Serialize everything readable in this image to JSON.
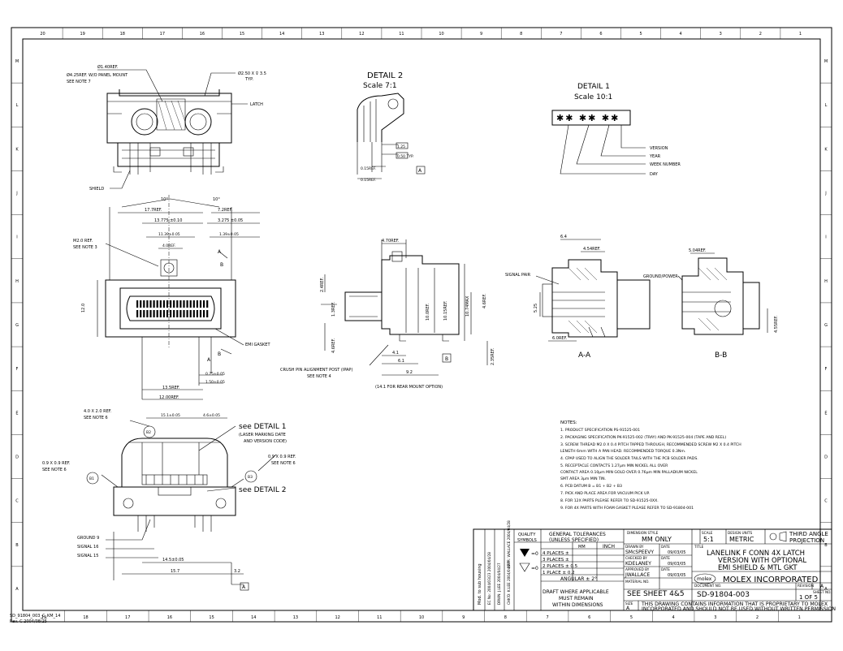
{
  "sheet": {
    "zones_top": [
      "20",
      "19",
      "18",
      "17",
      "16",
      "15",
      "14",
      "13",
      "12",
      "11",
      "10",
      "9",
      "8",
      "7",
      "6",
      "5",
      "4",
      "3",
      "2",
      "1"
    ],
    "zones_bottom": [
      "19",
      "18",
      "17",
      "16",
      "15",
      "14",
      "13",
      "12",
      "11",
      "10",
      "9",
      "8",
      "7",
      "6",
      "5",
      "4",
      "3",
      "2",
      "1"
    ],
    "zones_side": [
      "M",
      "L",
      "K",
      "J",
      "I",
      "H",
      "G",
      "F",
      "E",
      "D",
      "C",
      "B",
      "A"
    ],
    "corner_note_line1": "SD_91804_003_C_KM_14",
    "corner_note_line2": "Rev. C  2004/08/25"
  },
  "top_view": {
    "hole_ref": "Ø1.40REF.",
    "hole_note": "Ø4.25REF. W/O PANEL MOUNT",
    "see_note7": "SEE NOTE 7",
    "typ_dim": "Ø2.50 X ⊽ 3.5",
    "typ": "TYP.",
    "latch": "LATCH",
    "shield": "SHIELD"
  },
  "detail2": {
    "title": "DETAIL 2",
    "scale": "Scale 7:1",
    "dim1": "1.25",
    "dim2": "0.50 TYP.",
    "dim3": "0.15REF.",
    "dim4": "0.15REF.",
    "datum": "A"
  },
  "detail1": {
    "title": "DETAIL 1",
    "scale": "Scale 10:1",
    "marking": "✱✱ ✱✱ ✱✱",
    "labels": [
      "VERSION",
      "YEAR",
      "WEEK NUMBER",
      "DAY"
    ]
  },
  "plan_view": {
    "angle1": "10°",
    "angle2": "10°",
    "d_177": "17.7REF.",
    "d_72": "7.2REF.",
    "d_13775": "13.775 ±0.10",
    "d_3275": "3.275 ±0.05",
    "d_1139": "11.39±0.05",
    "d_139": "1.39±0.05",
    "d_40": "4.0REF.",
    "m20": "M2.0 REF.",
    "see_note3": "SEE NOTE 3",
    "d_120": "12.0",
    "emi_gasket": "EMI GASKET",
    "d_075": "0.75±0.05",
    "d_150": "1.50±0.05",
    "d_135": "13.5REF.",
    "d_1200": "12.00REF.",
    "sec_a": "A",
    "sec_b": "B"
  },
  "side_view": {
    "d_470": "4.70REF.",
    "d_100": "10.0REF.",
    "d_1015": "10.15REF.",
    "d_1074": "10.74MAX",
    "d_2": "2.4REF.",
    "d_6": "4.6REF.",
    "d_41": "4.1",
    "d_61": "6.1",
    "d_92": "9.2",
    "d_235": "2.35REF.",
    "d_hook": "1.3REF.",
    "datum_b": "B",
    "crush_pin": "CRUSH PIN ALIGNMENT POST (IPAP)",
    "see_note4": "SEE NOTE 4",
    "panel_opt": "(14.1 FOR REAR MOUNT OPTION)"
  },
  "section_aa": {
    "title": "A-A",
    "d_64": "6.4",
    "d_454": "4.54REF.",
    "signal_pair": "SIGNAL PAIR",
    "d_525": "5.25",
    "d_6": "6.0REF."
  },
  "section_bb": {
    "title": "B-B",
    "d_504": "5.04REF.",
    "ground_power": "GROUND/POWER",
    "d_455": "4.55REF."
  },
  "bottom_view": {
    "d_40x20": "4.0 X 2.0 REF.",
    "see_note6a": "SEE NOTE 6",
    "d_151": "15.1±0.05",
    "d_46": "4.6±0.05",
    "see_detail1": "see DETAIL 1",
    "laser": "(LASER MARKING DATE",
    "laser2": "AND VERSION CODE)",
    "d_09a": "0.9 X 0.9 REF.",
    "see_note6b": "SEE NOTE 6",
    "d_09b": "0.9 X 0.9 REF.",
    "see_note6c": "SEE NOTE 6",
    "see_detail2": "see DETAIL 2",
    "b2": "B2",
    "b1": "B1",
    "b3": "B3",
    "ground9": "GROUND 9",
    "signal16": "SIGNAL 16",
    "signal15": "SIGNAL 15",
    "d_145": "14.5±0.05",
    "d_157": "15.7",
    "d_32": "3.2",
    "datum_a": "A"
  },
  "notes": {
    "title": "NOTES:",
    "items": [
      "1. PRODUCT SPECIFICATION PS-91525-001",
      "2. PACKAGING SPECIFICATION PK-91525-002 (TRAY) AND PK-91525-004 (TAPE AND REEL)",
      "3. SCREW THREAD M2.0 X 0.4 PITCH TAPPED THROUGH, RECOMMENDED SCREW M2 X 0.4 PITCH",
      "   LENGTH 6mm WITH A PAN HEAD. RECOMMENDED TORQUE 0.3Nm.",
      "4. CPAP USED TO ALIGN THE SOLDER TAILS WITH THE PCB SOLDER PADS.",
      "5. RECEPTACLE CONTACTS 1.27µm MIN NICKEL ALL OVER",
      "   CONTACT AREA 0.10µm MIN GOLD OVER 0.76µm MIN PALLADIUM NICKEL",
      "   SMT AREA 3µm MIN TIN.",
      "6. PCB DATUM B = B1 + B2 + B3",
      "7. PICK AND PLACE AREA FOR VACUUM PICK UP.",
      "8. FOR 12X PARTS PLEASE REFER TO SD-91525-0XX.",
      "9. FOR 4X PARTS WITH FOAM GASKET PLEASE REFER TO SD-91804-001"
    ]
  },
  "title_block": {
    "rev_box": "Mod. to sub housing",
    "rev_lines": [
      "EC No: 2004/03/23  2004/04/28",
      "DRWN: J.LEE   2004/04/27",
      "CHK'D: K.LEE  2004/04/27",
      "APPR: WALLACE  2004/04/28"
    ],
    "quality": "QUALITY",
    "symbols": "SYMBOLS",
    "gen_tol": "GENERAL TOLERANCES",
    "unless": "(UNLESS SPECIFIED)",
    "mm": "MM",
    "inch": "INCH",
    "places4": "4 PLACES ±",
    "places3": "3 PLACES ±",
    "places2": "2 PLACES ± 0.5",
    "places1": "1 PLACE ± 0.2",
    "angular": "ANGULAR ± 2°",
    "draft": "DRAFT WHERE APPLICABLE",
    "must_remain": "MUST REMAIN",
    "within_dims": "WITHIN DIMENSIONS",
    "dim_style_lbl": "DIMENSION STYLE",
    "dim_style": "MM ONLY",
    "scale_lbl": "SCALE",
    "scale": "5:1",
    "design_units_lbl": "DESIGN UNITS",
    "design_units": "METRIC",
    "third_angle": "THIRD ANGLE",
    "projection": "PROJECTION",
    "drawn_lbl": "DRAWN BY",
    "drawn": "SMcSPEEVY",
    "drawn_date": "09/03/05",
    "checked_lbl": "CHECKED BY",
    "checked": "KDELANEY",
    "checked_date": "09/03/05",
    "approved_lbl": "APPROVED BY",
    "approved": "JWALLACE",
    "approved_date": "09/03/05",
    "date_lbl": "DATE",
    "title_lbl": "TITLE",
    "title1": "LANELINK F CONN 4X LATCH",
    "title2": "VERSION WITH OPTIONAL",
    "title3": "EMI SHIELD & MTL GKT",
    "molex_logo": "molex",
    "company": "MOLEX INCORPORATED",
    "material_lbl": "MATERIAL NO.",
    "material": "SEE SHEET 4&5",
    "doc_lbl": "DOCUMENT NO.",
    "doc": "SD-91804-003",
    "rev_lbl": "REVISION",
    "rev": "A",
    "sheet_lbl": "SHEET NO.",
    "sheet": "1 OF 5",
    "size_lbl": "SIZE",
    "size": "A",
    "proprietary1": "THIS DRAWING CONTAINS INFORMATION THAT IS PROPRIETARY TO MOLEX",
    "proprietary2": "INCORPORATED AND SHOULD NOT BE USED WITHOUT WRITTEN PERMISSION"
  }
}
